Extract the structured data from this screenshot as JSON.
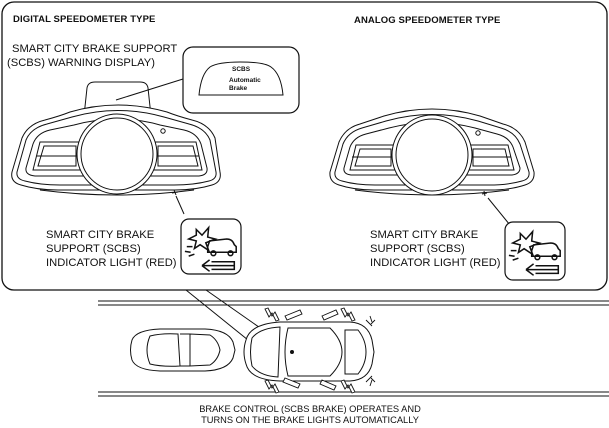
{
  "headers": {
    "digital": "DIGITAL SPEEDOMETER TYPE",
    "analog": "ANALOG SPEEDOMETER TYPE"
  },
  "labels": {
    "warning_display": [
      "SMART CITY BRAKE SUPPORT",
      "(SCBS) WARNING DISPLAY)"
    ],
    "display_screen": [
      "SCBS",
      "Automatic",
      "Brake"
    ],
    "indicator_digital": [
      "SMART CITY BRAKE",
      "SUPPORT (SCBS)",
      "INDICATOR LIGHT (RED)"
    ],
    "indicator_analog": [
      "SMART CITY BRAKE",
      "SUPPORT (SCBS)",
      "INDICATOR LIGHT (RED)"
    ]
  },
  "caption": [
    "BRAKE CONTROL (SCBS BRAKE) OPERATES AND",
    "TURNS ON THE BRAKE LIGHTS AUTOMATICALLY"
  ],
  "icons": [
    "scbs-indicator-icon",
    "brake-light-icon"
  ]
}
